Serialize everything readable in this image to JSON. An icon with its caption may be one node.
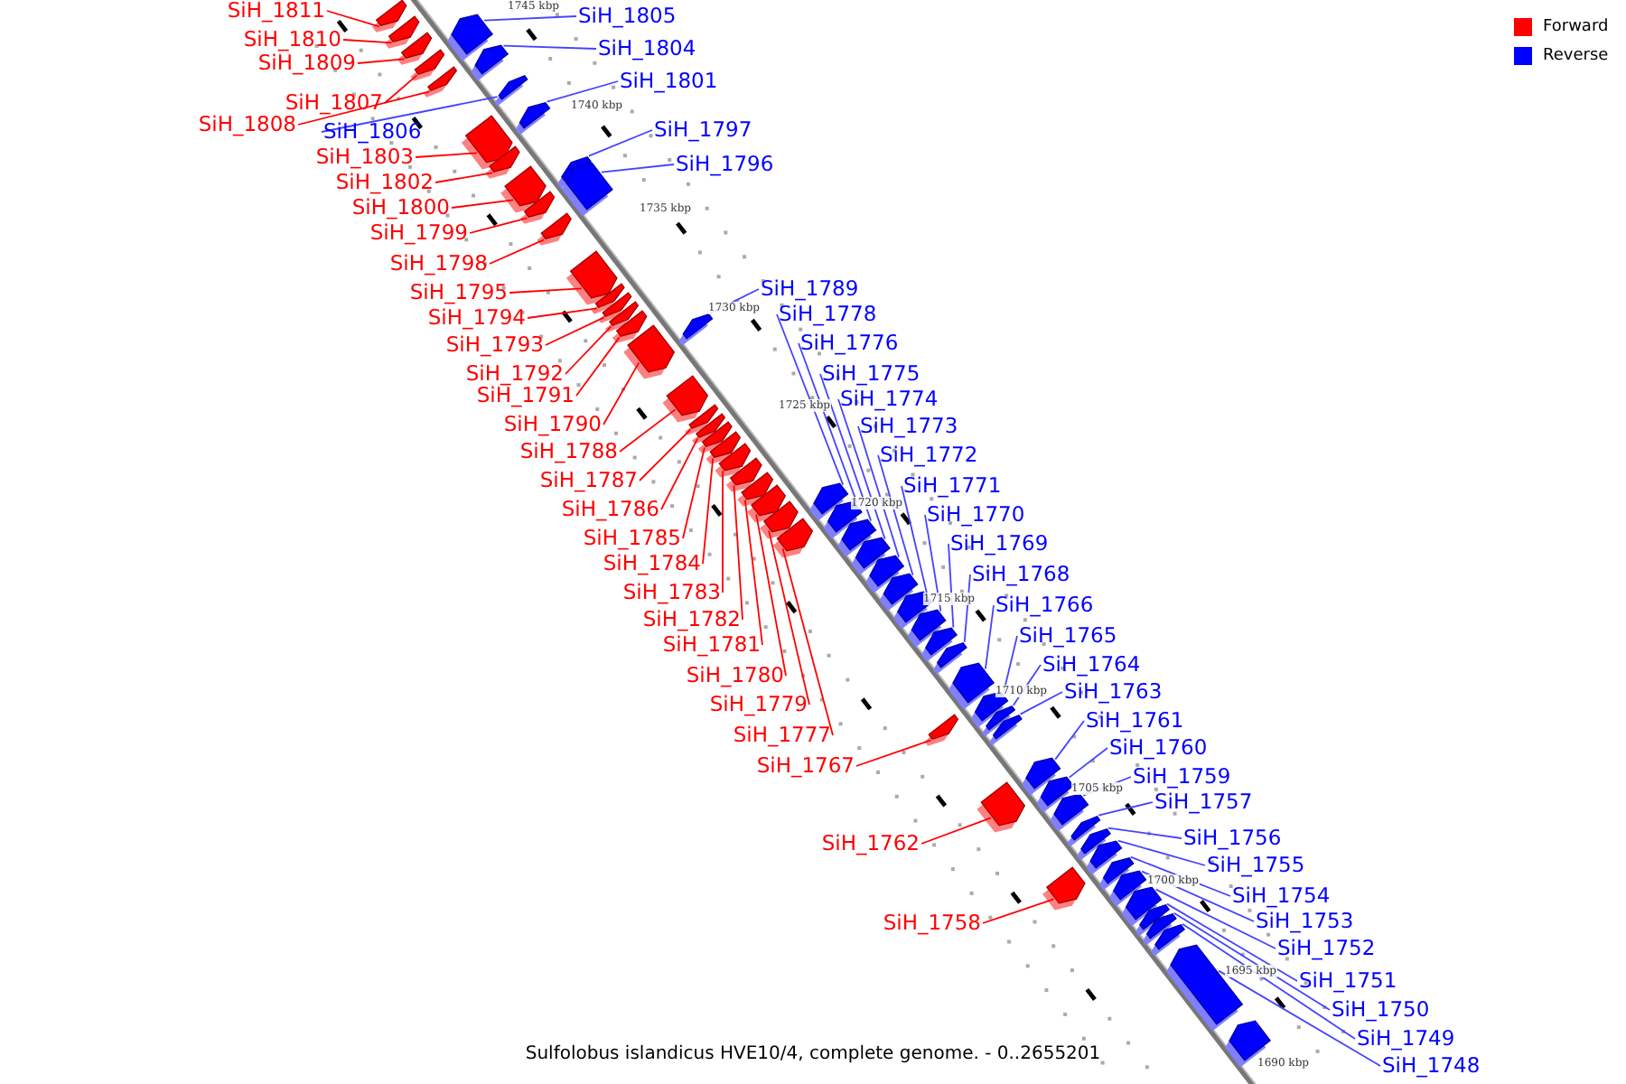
{
  "diagram": {
    "caption": "Sulfolobus islandicus HVE10/4, complete genome. - 0..2655201",
    "nodes": [
      {
        "text": [
          "SiH_1811"
        ]
      },
      {
        "text": [],
        "shape": "bar"
      },
      {
        "text": [
          "SiH_1810"
        ]
      },
      {
        "text": [],
        "shape": "bar"
      },
      {
        "text": [
          "SiH_1809"
        ]
      },
      {
        "text": [],
        "shape": "bar"
      },
      {
        "text": [
          "SiH_1805"
        ]
      },
      {
        "text": [],
        "shape": "bar"
      },
      {
        "text": [
          "SiH_1807"
        ]
      },
      {
        "text": [],
        "shape": "bar"
      },
      {
        "text": [
          "SiH_1808"
        ]
      },
      {
        "text": [],
        "shape": "bar"
      },
      {
        "text": [
          "SiH_1804"
        ]
      },
      {
        "text": [],
        "shape": "bar"
      },
      {
        "text": [
          "SiH_1806"
        ]
      },
      {
        "text": [],
        "shape": "bar"
      },
      {
        "text": [
          "SiH_1803"
        ]
      },
      {
        "text": [],
        "shape": "bar"
      },
      {
        "text": [
          "SiH_1801"
        ]
      },
      {
        "text": [],
        "shape": "bar"
      },
      {
        "text": [
          "SiH_1802"
        ]
      },
      {
        "text": [],
        "shape": "bar"
      },
      {
        "text": [
          "SiH_1800"
        ]
      },
      {
        "text": [],
        "shape": "bar"
      },
      {
        "text": [
          "SiH_1797"
        ]
      },
      {
        "text": [],
        "shape": "bar"
      },
      {
        "text": [
          "SiH_1799"
        ]
      },
      {
        "text": [],
        "shape": "bar"
      },
      {
        "text": [
          "SiH_1796"
        ]
      },
      {
        "text": [],
        "shape": "bar"
      },
      {
        "text": [
          "SiH_1798"
        ]
      },
      {
        "text": [],
        "shape": "bar"
      },
      {
        "text": [
          "SiH_1795"
        ]
      },
      {
        "text": [],
        "shape": "bar"
      },
      {
        "text": [
          "SiH_1794"
        ]
      },
      {
        "text": [],
        "shape": "bar"
      },
      {
        "text": [
          "SiH_1793"
        ]
      },
      {
        "text": [],
        "shape": "bar"
      },
      {
        "text": [
          "SiH_1792"
        ]
      },
      {
        "text": [],
        "shape": "bar"
      },
      {
        "text": [
          "SiH_1791"
        ]
      },
      {
        "text": [],
        "shape": "bar"
      },
      {
        "text": [
          "SiH_1790"
        ]
      },
      {
        "text": [],
        "shape": "bar"
      },
      {
        "text": [
          "SiH_1789"
        ]
      },
      {
        "text": [],
        "shape": "bar"
      },
      {
        "text": [
          "SiH_1788"
        ]
      },
      {
        "text": [],
        "shape": "bar"
      },
      {
        "text": [
          "SiH_1787"
        ]
      },
      {
        "text": [],
        "shape": "bar"
      },
      {
        "text": [
          "SiH_1786"
        ]
      },
      {
        "text": [],
        "shape": "bar"
      },
      {
        "text": [
          "SiH_1785"
        ]
      },
      {
        "text": [],
        "shape": "bar"
      },
      {
        "text": [
          "SiH_1784"
        ]
      },
      {
        "text": [],
        "shape": "bar"
      },
      {
        "text": [
          "SiH_1783"
        ]
      },
      {
        "text": [],
        "shape": "bar"
      },
      {
        "text": [
          "SiH_1782"
        ]
      },
      {
        "text": [],
        "shape": "bar"
      },
      {
        "text": [
          "SiH_1781"
        ]
      },
      {
        "text": [],
        "shape": "bar"
      },
      {
        "text": [
          "SiH_1780"
        ]
      },
      {
        "text": [],
        "shape": "bar"
      },
      {
        "text": [
          "SiH_1779"
        ]
      },
      {
        "text": [],
        "shape": "bar"
      },
      {
        "text": [
          "SiH_1778"
        ]
      },
      {
        "text": [],
        "shape": "bar"
      },
      {
        "text": [
          "SiH_1777"
        ]
      },
      {
        "text": [],
        "shape": "bar"
      },
      {
        "text": [
          "SiH_1776"
        ]
      },
      {
        "text": [],
        "shape": "bar"
      },
      {
        "text": [
          "SiH_1775"
        ]
      },
      {
        "text": [],
        "shape": "bar"
      },
      {
        "text": [
          "SiH_1774"
        ]
      },
      {
        "text": [],
        "shape": "bar"
      },
      {
        "text": [
          "SiH_1773"
        ]
      },
      {
        "text": [],
        "shape": "bar"
      },
      {
        "text": [
          "SiH_1772"
        ]
      },
      {
        "text": [],
        "shape": "bar"
      },
      {
        "text": [
          "SiH_1771"
        ]
      },
      {
        "text": [],
        "shape": "bar"
      },
      {
        "text": [
          "SiH_1770"
        ]
      },
      {
        "text": [],
        "shape": "bar"
      },
      {
        "text": [
          "SiH_1769"
        ]
      },
      {
        "text": [],
        "shape": "bar"
      },
      {
        "text": [
          "SiH_1768"
        ]
      },
      {
        "text": [],
        "shape": "bar"
      },
      {
        "text": [
          "SiH_1766"
        ]
      },
      {
        "text": [],
        "shape": "bar"
      },
      {
        "text": [
          "SiH_1767"
        ]
      },
      {
        "text": [],
        "shape": "bar"
      },
      {
        "text": [
          "SiH_1765"
        ]
      },
      {
        "text": [],
        "shape": "bar"
      },
      {
        "text": [
          "SiH_1764"
        ]
      },
      {
        "text": [],
        "shape": "bar"
      },
      {
        "text": [
          "SiH_1763"
        ]
      },
      {
        "text": [],
        "shape": "bar"
      },
      {
        "text": [
          "SiH_1761"
        ]
      },
      {
        "text": [],
        "shape": "bar"
      },
      {
        "text": [
          "SiH_1762"
        ]
      },
      {
        "text": [],
        "shape": "bar"
      },
      {
        "text": [
          "SiH_1760"
        ]
      },
      {
        "text": [],
        "shape": "bar"
      },
      {
        "text": [
          "SiH_1759"
        ]
      },
      {
        "text": [],
        "shape": "bar"
      },
      {
        "text": [
          "SiH_1757"
        ]
      },
      {
        "text": [],
        "shape": "bar"
      },
      {
        "text": [
          "SiH_1756"
        ]
      },
      {
        "text": [],
        "shape": "bar"
      },
      {
        "text": [
          "SiH_1755"
        ]
      },
      {
        "text": [],
        "shape": "bar"
      },
      {
        "text": [
          "SiH_1758"
        ]
      },
      {
        "text": [],
        "shape": "bar"
      },
      {
        "text": [
          "SiH_1754"
        ]
      },
      {
        "text": [],
        "shape": "bar"
      },
      {
        "text": [
          "SiH_1753"
        ]
      },
      {
        "text": [],
        "shape": "bar"
      },
      {
        "text": [
          "SiH_1752"
        ]
      },
      {
        "text": [],
        "shape": "bar"
      },
      {
        "text": [
          "SiH_1751"
        ]
      },
      {
        "text": [],
        "shape": "bar"
      },
      {
        "text": [
          "SiH_1750"
        ]
      },
      {
        "text": [],
        "shape": "bar"
      },
      {
        "text": [
          "SiH_1749"
        ]
      },
      {
        "text": [],
        "shape": "bar"
      },
      {
        "text": [
          "SiH_1748"
        ]
      },
      {
        "text": [],
        "shape": "bar"
      },
      {
        "text": [],
        "shape": "bar"
      }
    ],
    "edges": [
      {
        "from": 0,
        "to": 1,
        "arrow": "none",
        "color": "#ff0000"
      },
      {
        "from": 2,
        "to": 3,
        "arrow": "none",
        "color": "#ff0000"
      },
      {
        "from": 4,
        "to": 5,
        "arrow": "none",
        "color": "#ff0000"
      },
      {
        "from": 6,
        "to": 7,
        "arrow": "none"
      },
      {
        "from": 8,
        "to": 9,
        "arrow": "none",
        "color": "#ff0000"
      },
      {
        "from": 10,
        "to": 11,
        "arrow": "none",
        "color": "#ff0000"
      },
      {
        "from": 12,
        "to": 13,
        "arrow": "none"
      },
      {
        "from": 14,
        "to": 15,
        "arrow": "none"
      },
      {
        "from": 16,
        "to": 17,
        "arrow": "none",
        "color": "#ff0000"
      },
      {
        "from": 18,
        "to": 19,
        "arrow": "none"
      },
      {
        "from": 20,
        "to": 21,
        "arrow": "none",
        "color": "#ff0000"
      },
      {
        "from": 22,
        "to": 23,
        "arrow": "none",
        "color": "#ff0000"
      },
      {
        "from": 24,
        "to": 25,
        "arrow": "none"
      },
      {
        "from": 26,
        "to": 27,
        "arrow": "none",
        "color": "#ff0000"
      },
      {
        "from": 28,
        "to": 29,
        "arrow": "none"
      },
      {
        "from": 30,
        "to": 31,
        "arrow": "none",
        "color": "#ff0000"
      },
      {
        "from": 32,
        "to": 33,
        "arrow": "none",
        "color": "#ff0000"
      },
      {
        "from": 34,
        "to": 35,
        "arrow": "none",
        "color": "#ff0000"
      },
      {
        "from": 36,
        "to": 37,
        "arrow": "none",
        "color": "#ff0000"
      },
      {
        "from": 38,
        "to": 39,
        "arrow": "none",
        "color": "#ff0000"
      },
      {
        "from": 40,
        "to": 41,
        "arrow": "none",
        "color": "#ff0000"
      },
      {
        "from": 42,
        "to": 43,
        "arrow": "none",
        "color": "#ff0000"
      },
      {
        "from": 44,
        "to": 45,
        "arrow": "none"
      },
      {
        "from": 46,
        "to": 47,
        "arrow": "none",
        "color": "#ff0000"
      },
      {
        "from": 48,
        "to": 49,
        "arrow": "none",
        "color": "#ff0000"
      },
      {
        "from": 50,
        "to": 51,
        "arrow": "none",
        "color": "#ff0000"
      },
      {
        "from": 52,
        "to": 53,
        "arrow": "none",
        "color": "#ff0000"
      },
      {
        "from": 54,
        "to": 55,
        "arrow": "none",
        "color": "#ff0000"
      },
      {
        "from": 56,
        "to": 57,
        "arrow": "none",
        "color": "#ff0000"
      },
      {
        "from": 58,
        "to": 59,
        "arrow": "none",
        "color": "#ff0000"
      },
      {
        "from": 60,
        "to": 61,
        "arrow": "none",
        "color": "#ff0000"
      },
      {
        "from": 62,
        "to": 63,
        "arrow": "none",
        "color": "#ff0000"
      },
      {
        "from": 64,
        "to": 65,
        "arrow": "none",
        "color": "#ff0000"
      },
      {
        "from": 66,
        "to": 67,
        "arrow": "none"
      },
      {
        "from": 68,
        "to": 69,
        "arrow": "none",
        "color": "#ff0000"
      },
      {
        "from": 70,
        "to": 71,
        "arrow": "none"
      },
      {
        "from": 72,
        "to": 73,
        "arrow": "none"
      },
      {
        "from": 74,
        "to": 75,
        "arrow": "none"
      },
      {
        "from": 76,
        "to": 77,
        "arrow": "none"
      },
      {
        "from": 78,
        "to": 79,
        "arrow": "none"
      },
      {
        "from": 80,
        "to": 81,
        "arrow": "none"
      },
      {
        "from": 82,
        "to": 83,
        "arrow": "none"
      },
      {
        "from": 84,
        "to": 85,
        "arrow": "none"
      },
      {
        "from": 86,
        "to": 87,
        "arrow": "none"
      },
      {
        "from": 88,
        "to": 89,
        "arrow": "none"
      },
      {
        "from": 90,
        "to": 91,
        "arrow": "none",
        "color": "#ff0000"
      },
      {
        "from": 92,
        "to": 93,
        "arrow": "none"
      },
      {
        "from": 94,
        "to": 95,
        "arrow": "none"
      },
      {
        "from": 96,
        "to": 97,
        "arrow": "none"
      },
      {
        "from": 98,
        "to": 99,
        "arrow": "none"
      },
      {
        "from": 100,
        "to": 101,
        "arrow": "none",
        "color": "#ff0000"
      },
      {
        "from": 102,
        "to": 103,
        "arrow": "none"
      },
      {
        "from": 104,
        "to": 105,
        "arrow": "none"
      },
      {
        "from": 106,
        "to": 107,
        "arrow": "none"
      },
      {
        "from": 108,
        "to": 109,
        "arrow": "none"
      },
      {
        "from": 110,
        "to": 111,
        "arrow": "none"
      },
      {
        "from": 112,
        "to": 113,
        "arrow": "none",
        "color": "#ff0000"
      },
      {
        "from": 114,
        "to": 115,
        "arrow": "none"
      },
      {
        "from": 116,
        "to": 117,
        "arrow": "none"
      },
      {
        "from": 118,
        "to": 119,
        "arrow": "none"
      },
      {
        "from": 120,
        "to": 121,
        "arrow": "none"
      },
      {
        "from": 122,
        "to": 123,
        "arrow": "none"
      },
      {
        "from": 124,
        "to": 125,
        "arrow": "none"
      },
      {
        "from": 126,
        "to": 127,
        "arrow": "none"
      }
    ],
    "labels": [
      "1745 kbp",
      "1740 kbp",
      "1735 kbp",
      "1730 kbp",
      "1725 kbp",
      "1720 kbp",
      "1715 kbp",
      "1710 kbp",
      "1705 kbp",
      "1700 kbp",
      "1695 kbp",
      "1690 kbp"
    ],
    "legend": [
      {
        "text": "Forward",
        "color": "#ff0000"
      },
      {
        "text": "Reverse",
        "color": "#0000ff"
      }
    ]
  }
}
